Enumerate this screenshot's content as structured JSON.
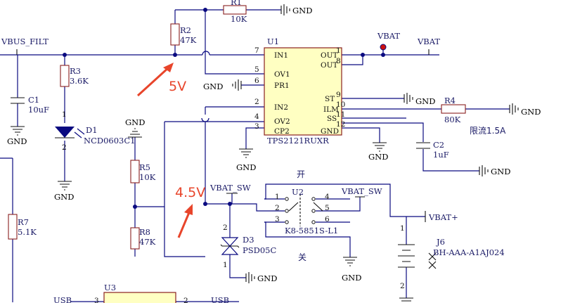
{
  "labels": {
    "vbus_filt": "VBUS_FILT",
    "vbat_top": "VBAT",
    "vbat_net": "VBAT",
    "vbat_sw_left": "VBAT_SW",
    "vbat_sw_right": "VBAT_SW",
    "vbat_plus": "VBAT+",
    "usb_left": "USB",
    "usb_right": "USB_"
  },
  "gnd": "GND",
  "annotations": {
    "five_v": "5V",
    "four_five_v": "4.5V",
    "limit": "限流1.5A",
    "open": "开",
    "close": "关"
  },
  "components": {
    "R1": {
      "ref": "R1",
      "value": "10K"
    },
    "R2": {
      "ref": "R2",
      "value": "47K"
    },
    "R3": {
      "ref": "R3",
      "value": "3.6K"
    },
    "R4": {
      "ref": "R4",
      "value": "80K"
    },
    "R5": {
      "ref": "R5",
      "value": "10K"
    },
    "R7": {
      "ref": "R7",
      "value": "5.1K"
    },
    "R8": {
      "ref": "R8",
      "value": "47K"
    },
    "C1": {
      "ref": "C1",
      "value": "10uF"
    },
    "C2": {
      "ref": "C2",
      "value": "1uF"
    },
    "D1": {
      "ref": "D1",
      "value": "NCD0603C1"
    },
    "D3": {
      "ref": "D3",
      "value": "PSD05C"
    },
    "U1": {
      "ref": "U1",
      "value": "TPS2121RUXR"
    },
    "U2": {
      "ref": "U2",
      "value": "K8-5851S-L1"
    },
    "U3": {
      "ref": "U3"
    },
    "J6": {
      "ref": "J6",
      "value": "BH-AAA-A1AJ024"
    }
  },
  "u1_pins": {
    "in1": "IN1",
    "ov1": "OV1",
    "pr1": "PR1",
    "in2": "IN2",
    "ov2": "OV2",
    "cp2": "CP2",
    "out1": "OUT",
    "out2": "OUT",
    "st": "ST",
    "ilm": "ILM",
    "ss": "SS",
    "gnd": "GND"
  },
  "pin_numbers": {
    "u1_7": "7",
    "u1_5": "5",
    "u1_6": "6",
    "u1_2": "2",
    "u1_4": "4",
    "u1_3": "3",
    "u1_1": "1",
    "u1_8": "8",
    "u1_9": "9",
    "u1_10": "10",
    "u1_11": "11",
    "u1_12": "12",
    "u2_1": "1",
    "u2_2": "2",
    "u2_3": "3",
    "u2_4": "4",
    "u2_5": "5",
    "u2_6": "6",
    "d1_1": "1",
    "d1_2": "2",
    "d3_2": "2",
    "d3_1": "1",
    "j6_1": "1",
    "j6_2": "2",
    "u3_3": "3",
    "u3_2": "2"
  }
}
